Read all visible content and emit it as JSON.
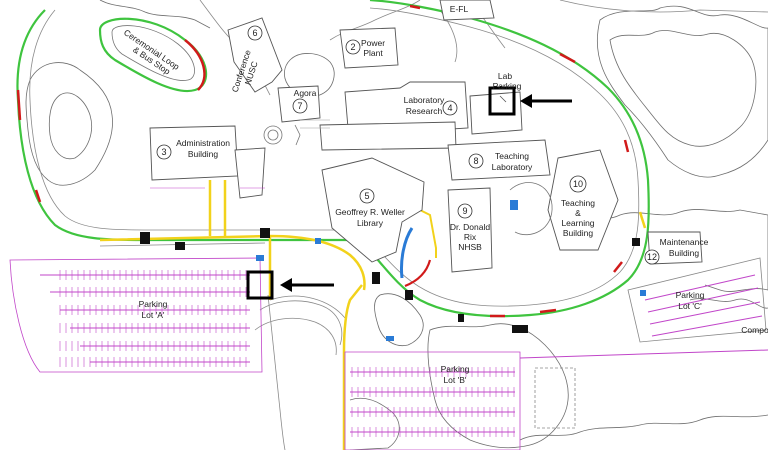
{
  "map": {
    "colors": {
      "ring_road": "#3fc43f",
      "accent_red": "#d11a1a",
      "yellow_lane": "#f2d21b",
      "parking": "#c146c9",
      "accessible_blue": "#2a7bd6",
      "highlight_box": "#000000",
      "buildings": "#555555",
      "trees": "#6e6e6e"
    },
    "buildings": [
      {
        "number": "2",
        "lines": [
          "Power",
          "Plant"
        ],
        "icon": "building-icon"
      },
      {
        "number": "3",
        "lines": [
          "Administration",
          "Building"
        ],
        "icon": "building-icon"
      },
      {
        "number": "4",
        "lines": [
          "Laboratory",
          "Research"
        ],
        "icon": "building-icon"
      },
      {
        "number": "5",
        "lines": [
          "Geoffrey R. Weller",
          "Library"
        ],
        "icon": "building-icon"
      },
      {
        "number": "6",
        "lines": [
          "Conference",
          "NUSC"
        ],
        "icon": "building-icon"
      },
      {
        "number": "7",
        "lines": [
          "Agora"
        ],
        "icon": "building-icon"
      },
      {
        "number": "8",
        "lines": [
          "Teaching",
          "Laboratory"
        ],
        "icon": "building-icon"
      },
      {
        "number": "9",
        "lines": [
          "Dr. Donald",
          "Rix",
          "NHSB"
        ],
        "icon": "building-icon"
      },
      {
        "number": "10",
        "lines": [
          "Teaching",
          "&",
          "Learning",
          "Building"
        ],
        "icon": "building-icon"
      },
      {
        "number": "12",
        "lines": [
          "Maintenance",
          "Building"
        ],
        "icon": "building-icon"
      }
    ],
    "labels": {
      "ceremonial": [
        "Ceremonial Loop",
        "& Bus Stop"
      ],
      "lab_parking": [
        "Lab",
        "Parking"
      ],
      "efl": "E-FL",
      "compost": "Compo"
    },
    "parking_lots": [
      {
        "lines": [
          "Parking",
          "Lot 'A'"
        ]
      },
      {
        "lines": [
          "Parking",
          "Lot 'B'"
        ]
      },
      {
        "lines": [
          "Parking",
          "Lot 'C'"
        ]
      }
    ],
    "markers": [
      {
        "name": "lab-parking-spot",
        "arrow": "left-arrow-icon"
      },
      {
        "name": "lot-a-spot",
        "arrow": "left-arrow-icon"
      }
    ]
  }
}
